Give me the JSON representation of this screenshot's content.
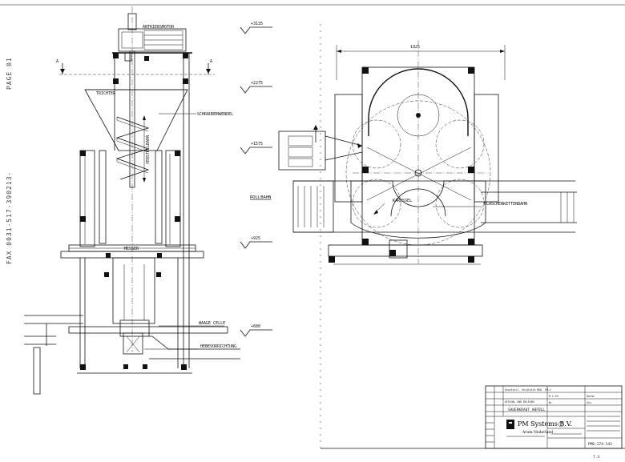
{
  "fax_header": {
    "page": "PAGE 01",
    "fax": "FAX 0031-517-390213-"
  },
  "elevation_labels": {
    "motor": "ANTRIEBSMOTOR",
    "funnel": "TRICHTER",
    "screw": "SCHRAUBENWENDEL",
    "adjust": "VERSTELLBAHN",
    "roller": "ROLLBAHN",
    "measure": "MESSER",
    "load_cell": "WAAGE CELLE",
    "lift": "HEBEVORRICHTUNG",
    "section_a": "A"
  },
  "levels": [
    "+3135",
    "+2275",
    "+1575",
    "+925",
    "+680"
  ],
  "plan_labels": {
    "width": "1925",
    "carousel": "KARUSSEL",
    "bottle_chain": "FLASCHENKETTENBAHN"
  },
  "title_block": {
    "rows": [
      "Kunstvoll- Vergleich MOD. FM-V",
      "AFSCHAL UND BELEGEN",
      "SAUERKRAUT ABFÜLL"
    ],
    "company": "PM Systems B.V.",
    "location": "Arum  Nederland",
    "drawing_no": "PMS-274-143",
    "cells": [
      "M 1:20",
      "Nr.",
      "Datum",
      "Gez."
    ]
  },
  "corner_mark": "7.3"
}
